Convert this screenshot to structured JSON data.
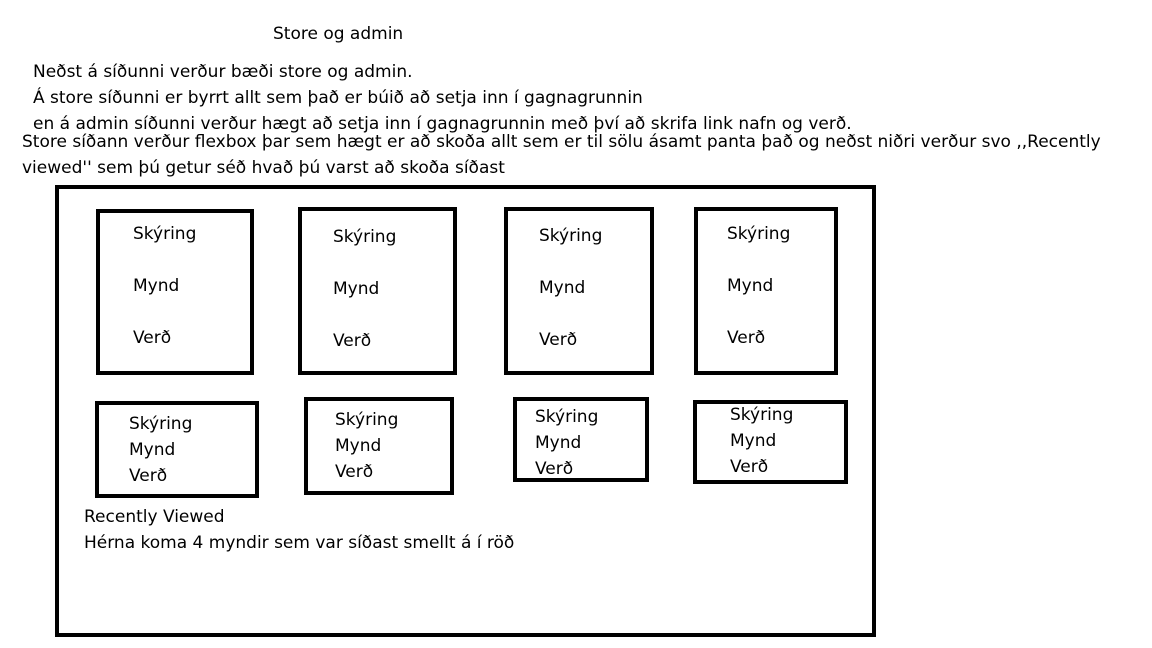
{
  "title": "Store og admin",
  "intro": {
    "line1": "Neðst á síðunni verður bæði store og admin.",
    "line2": "Á store síðunni er byrrt allt sem það er búið að setja inn í gagnagrunnin",
    "line3": "en á admin síðunni verður hægt að setja inn í gagnagrunnin með því að skrifa link nafn og verð.",
    "line4a": "Store síðann verður flexbox þar sem hægt er að skoða allt sem er til sölu ásamt panta það og neðst niðri verður svo ,,Recently",
    "line4b": "viewed'' sem þú getur séð hvað þú varst að skoða síðast"
  },
  "card_labels": {
    "description": "Skýring",
    "image": "Mynd",
    "price": "Verð"
  },
  "recently_viewed": {
    "heading": "Recently Viewed",
    "text": "Hérna koma 4 myndir sem var síðast smellt á í röð"
  }
}
